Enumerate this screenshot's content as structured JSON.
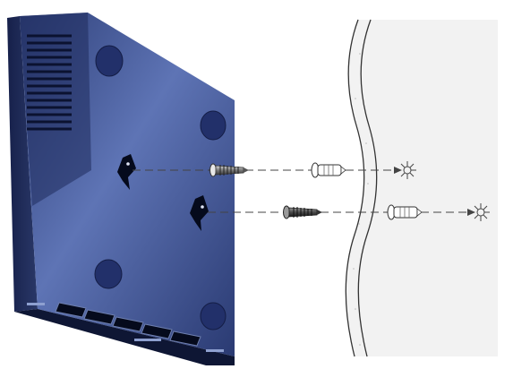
{
  "diagram": {
    "kind": "wall-mount installation illustration",
    "device": {
      "name": "network-switch",
      "body_color": "#3b4f8a",
      "side_color": "#1e2b57",
      "vent_slots": 10,
      "rubber_feet": 4,
      "ethernet_ports": 5,
      "keyhole_slots": 2
    },
    "mounting": {
      "sets": 2,
      "components_per_set": [
        "screw",
        "wall-anchor",
        "drill-target"
      ],
      "guide_line": "dashed"
    },
    "wall": {
      "surface_color": "#f2f2f2"
    }
  }
}
